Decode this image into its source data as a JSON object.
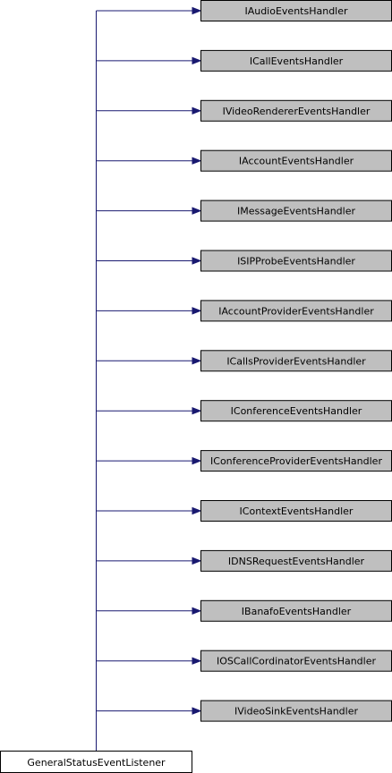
{
  "diagram": {
    "type": "inheritance-graph",
    "child": {
      "label": "GeneralStatusEventListener"
    },
    "parents": [
      {
        "label": "IAudioEventsHandler"
      },
      {
        "label": "ICallEventsHandler"
      },
      {
        "label": "IVideoRendererEventsHandler"
      },
      {
        "label": "IAccountEventsHandler"
      },
      {
        "label": "IMessageEventsHandler"
      },
      {
        "label": "ISIPProbeEventsHandler"
      },
      {
        "label": "IAccountProviderEventsHandler"
      },
      {
        "label": "ICallsProviderEventsHandler"
      },
      {
        "label": "IConferenceEventsHandler"
      },
      {
        "label": "IConferenceProviderEventsHandler"
      },
      {
        "label": "IContextEventsHandler"
      },
      {
        "label": "IDNSRequestEventsHandler"
      },
      {
        "label": "IBanafoEventsHandler"
      },
      {
        "label": "IOSCallCordinatorEventsHandler"
      },
      {
        "label": "IVideoSinkEventsHandler"
      }
    ],
    "colors": {
      "parent_fill": "#bfbfbf",
      "child_fill": "#ffffff",
      "border": "#000000",
      "edge": "#191970"
    }
  }
}
